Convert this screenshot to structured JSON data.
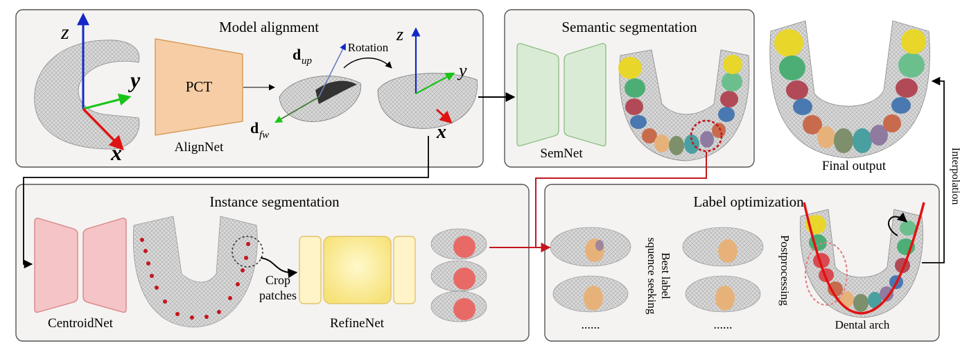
{
  "panels": {
    "model_alignment": {
      "title": "Model alignment"
    },
    "semantic_segmentation": {
      "title": "Semantic segmentation"
    },
    "instance_segmentation": {
      "title": "Instance segmentation"
    },
    "label_optimization": {
      "title": "Label optimization"
    }
  },
  "alignment": {
    "axis_z": "z",
    "axis_y": "y",
    "axis_x": "x",
    "d_up_base": "d",
    "d_up_sub": "up",
    "d_fw_base": "d",
    "d_fw_sub": "fw",
    "rotation_label": "Rotation",
    "pct_label": "PCT",
    "alignnet_label": "AlignNet"
  },
  "semantic": {
    "semnet_label": "SemNet"
  },
  "final": {
    "label": "Final output",
    "interpolation_label": "Interpolation"
  },
  "instance": {
    "centroidnet_label": "CentroidNet",
    "crop_line1": "Crop",
    "crop_line2": "patches",
    "refinenet_label": "RefineNet"
  },
  "label_opt": {
    "best_line1": "Best label",
    "best_line2": "squence seeking",
    "postprocessing": "Postprocessing",
    "dental_arch": "Dental arch",
    "ellipsis_left": "......",
    "ellipsis_right": "......"
  },
  "colors": {
    "panel_fill": "#f4f3f1",
    "panel_stroke": "#555555",
    "pct_fill": "#f6cda4",
    "pct_stroke": "#d99b5c",
    "semnet_fill": "#d9ebd5",
    "semnet_stroke": "#8fbf86",
    "centroid_fill": "#f4c4c6",
    "centroid_stroke": "#d98486",
    "refine_fill": "#fff3b0",
    "refine_stroke": "#e1c36a",
    "red_arrow": "#c4161c",
    "axis_blue": "#1428c8",
    "axis_green": "#17c417",
    "axis_red": "#e01212"
  },
  "tooth_colors": [
    "#e8d62a",
    "#4cae74",
    "#6bbf8c",
    "#b14a56",
    "#4a78b0",
    "#c86a4c",
    "#e7b27a",
    "#7d8f6b",
    "#4a9fa0",
    "#8f7aa0"
  ]
}
